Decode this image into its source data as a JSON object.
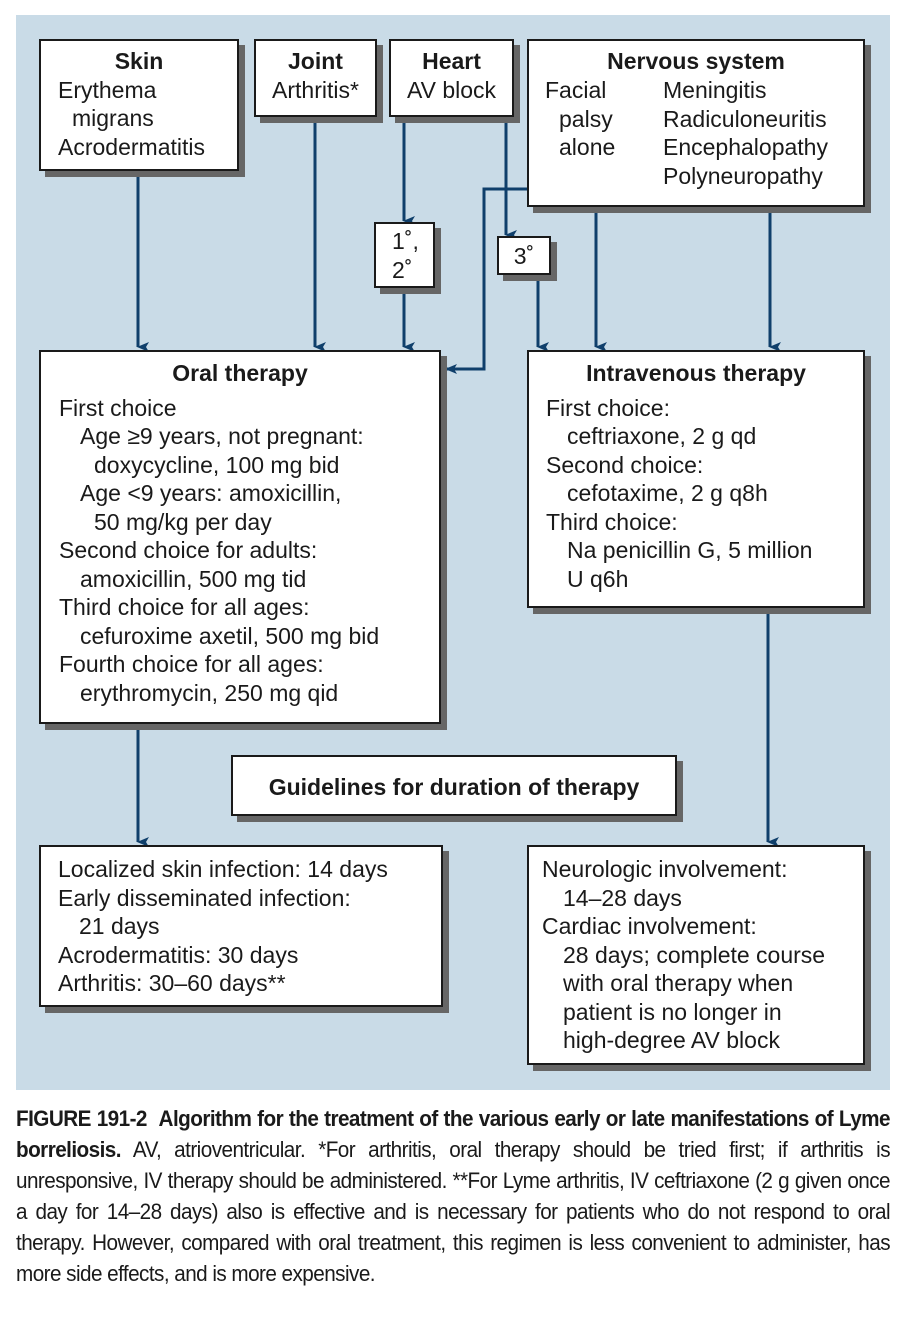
{
  "figure": {
    "manifestations": {
      "skin": {
        "title": "Skin",
        "lines": [
          "Erythema",
          "migrans",
          "Acrodermatitis"
        ]
      },
      "joint": {
        "title": "Joint",
        "lines": [
          "Arthritis*"
        ]
      },
      "heart": {
        "title": "Heart",
        "lines": [
          "AV block"
        ]
      },
      "nervous": {
        "title": "Nervous system",
        "left_col": [
          "Facial",
          "palsy",
          "alone"
        ],
        "right_col": [
          "Meningitis",
          "Radiculoneuritis",
          "Encephalopathy",
          "Polyneuropathy"
        ]
      }
    },
    "degree_boxes": {
      "first_second": [
        "1˚,",
        "2˚"
      ],
      "third": "3˚"
    },
    "oral_therapy": {
      "title": "Oral therapy",
      "lines": [
        "First choice",
        "Age ≥9 years, not pregnant:",
        "doxycycline, 100 mg bid",
        "Age <9 years: amoxicillin,",
        "50 mg/kg per day",
        "Second choice for adults:",
        "amoxicillin, 500 mg tid",
        "Third choice for all ages:",
        "cefuroxime axetil, 500 mg bid",
        "Fourth choice for all ages:",
        "erythromycin, 250 mg qid"
      ]
    },
    "iv_therapy": {
      "title": "Intravenous therapy",
      "lines": [
        "First choice:",
        "ceftriaxone, 2 g qd",
        "Second choice:",
        "cefotaxime, 2 g q8h",
        "Third choice:",
        "Na penicillin G, 5 million",
        "U q6h"
      ]
    },
    "guidelines_title": "Guidelines for duration of therapy",
    "oral_duration": {
      "lines": [
        "Localized skin infection: 14 days",
        "Early disseminated infection:",
        "21 days",
        "Acrodermatitis: 30 days",
        "Arthritis: 30–60 days**"
      ]
    },
    "iv_duration": {
      "lines": [
        "Neurologic involvement:",
        "14–28 days",
        "Cardiac involvement:",
        "28 days; complete course",
        "with oral therapy when",
        "patient is no longer in",
        "high-degree AV block"
      ]
    }
  },
  "caption": {
    "label": "FIGURE 191-2",
    "bold_title": "Algorithm for the treatment of the various early or late manifestations of Lyme borreliosis.",
    "text": " AV, atrioventricular. *For arthritis, oral therapy should be tried first; if arthritis is unresponsive, IV therapy should be administered. **For Lyme arthritis, IV ceftriaxone (2 g given once a day for 14–28 days) also is effective and is necessary for patients who do not respond to oral therapy. However, compared with oral treatment, this regimen is less convenient to administer, has more side effects, and is more expensive."
  },
  "colors": {
    "panel_bg": "#c9dbe7",
    "arrow": "#0f3f6b",
    "box_shadow": "#666666"
  }
}
